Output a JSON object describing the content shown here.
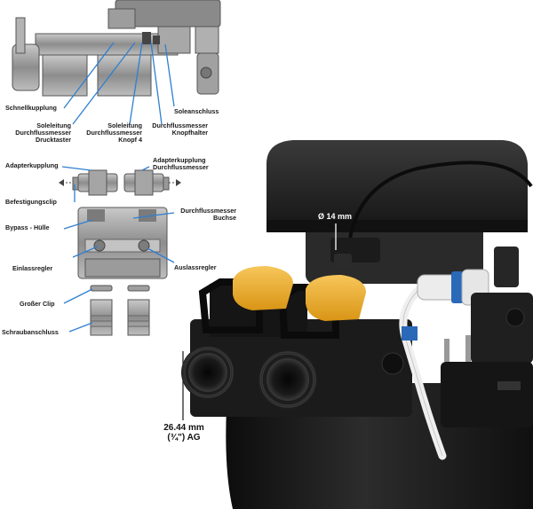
{
  "labels": {
    "schnellkupplung": "Schnellkupplung",
    "soleleitung_drucktaster_1": "Soleleitung",
    "soleleitung_drucktaster_2": "Durchflussmesser",
    "soleleitung_drucktaster_3": "Drucktaster",
    "soleleitung_knopf_1": "Soleleitung",
    "soleleitung_knopf_2": "Durchflussmesser",
    "soleleitung_knopf_3": "Knopf 4",
    "durchflussmesser_knopfhalter_1": "Durchflussmesser",
    "durchflussmesser_knopfhalter_2": "Knopfhalter",
    "soleanschluss": "Soleanschluss",
    "adapterkupplung_left": "Adapterkupplung",
    "adapterkupplung_right_1": "Adapterkupplung",
    "adapterkupplung_right_2": "Durchflussmesser",
    "befestigungsclip": "Befestigungsclip",
    "bypass_huelle": "Bypass - Hülle",
    "durchflussmesser_buchse_1": "Durchflussmesser",
    "durchflussmesser_buchse_2": "Buchse",
    "einlassregler": "Einlassregler",
    "auslassregler": "Auslassregler",
    "grosser_clip": "Großer Clip",
    "schraubanschluss": "Schraubanschluss",
    "diameter": "Ø 14 mm",
    "thread_1": "26.44 mm",
    "thread_2": "(¾\") AG"
  },
  "colors": {
    "label_arrow": "#2f7fd0",
    "valve_handle": "#f2b234",
    "housing_dark": "#1e1e1e",
    "tube": "#f1f1f1"
  }
}
